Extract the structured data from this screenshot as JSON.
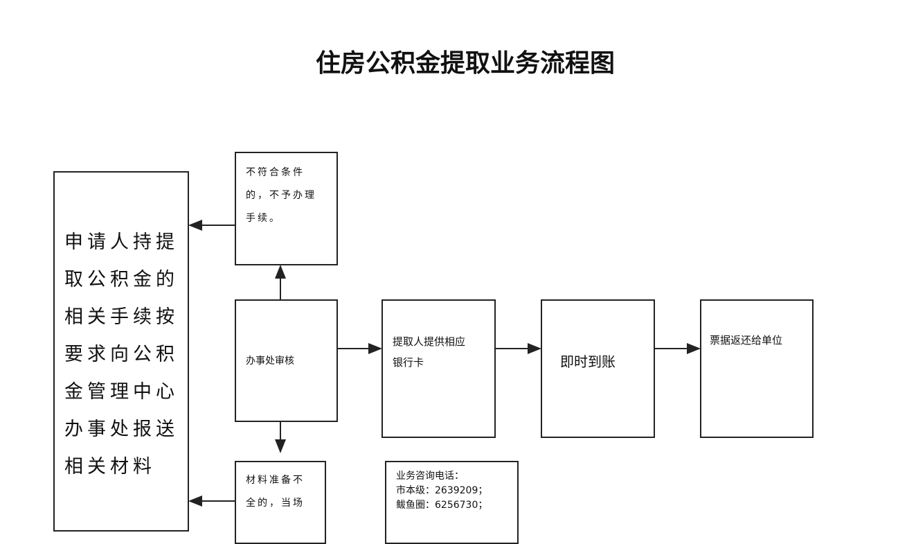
{
  "title": "住房公积金提取业务流程图",
  "nodes": {
    "apply": "申请人持提\n取公积金的\n相关手续按\n要求向公积\n金管理中心\n办事处报送\n相关材料",
    "reject": "不符合条件\n的，不予办理\n手续。",
    "review": "办事处审核",
    "bank_card": "提取人提供相应\n银行卡",
    "instant": "即时到账",
    "receipt": "票据返还给单位",
    "incomplete": "材料准备不\n全的，当场",
    "hotline": "业务咨询电话：\n市本级：2639209；\n鲅鱼圈：6256730；"
  }
}
